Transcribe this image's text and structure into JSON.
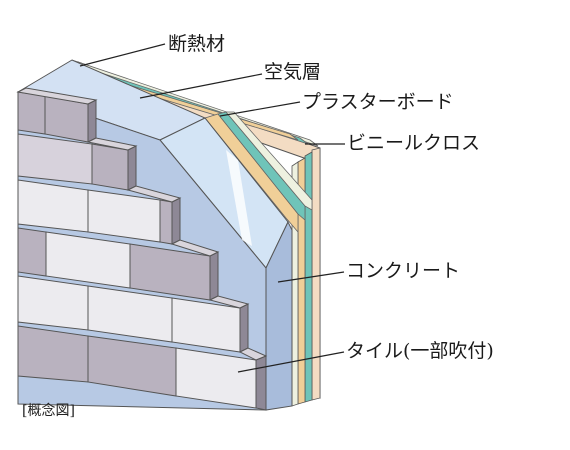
{
  "labels": {
    "insulation": "断熱材",
    "air_layer": "空気層",
    "plasterboard": "プラスターボード",
    "vinyl_cloth": "ビニールクロス",
    "concrete": "コンクリート",
    "tile": "タイル(一部吹付)"
  },
  "caption": "[概念図]",
  "colors": {
    "tile_dark": "#b9b2bf",
    "tile_light": "#ecebef",
    "tile_top": "#d9d5dc",
    "concrete_face": "#b7c9e4",
    "concrete_light": "#d3e1f3",
    "concrete_side": "#9fb3d2",
    "plasterboard": "#f0cf98",
    "air_layer": "#6fc4b9",
    "vinyl_cloth": "#f3dcc3",
    "insulation": "#eef1e0",
    "outline": "#444444"
  }
}
